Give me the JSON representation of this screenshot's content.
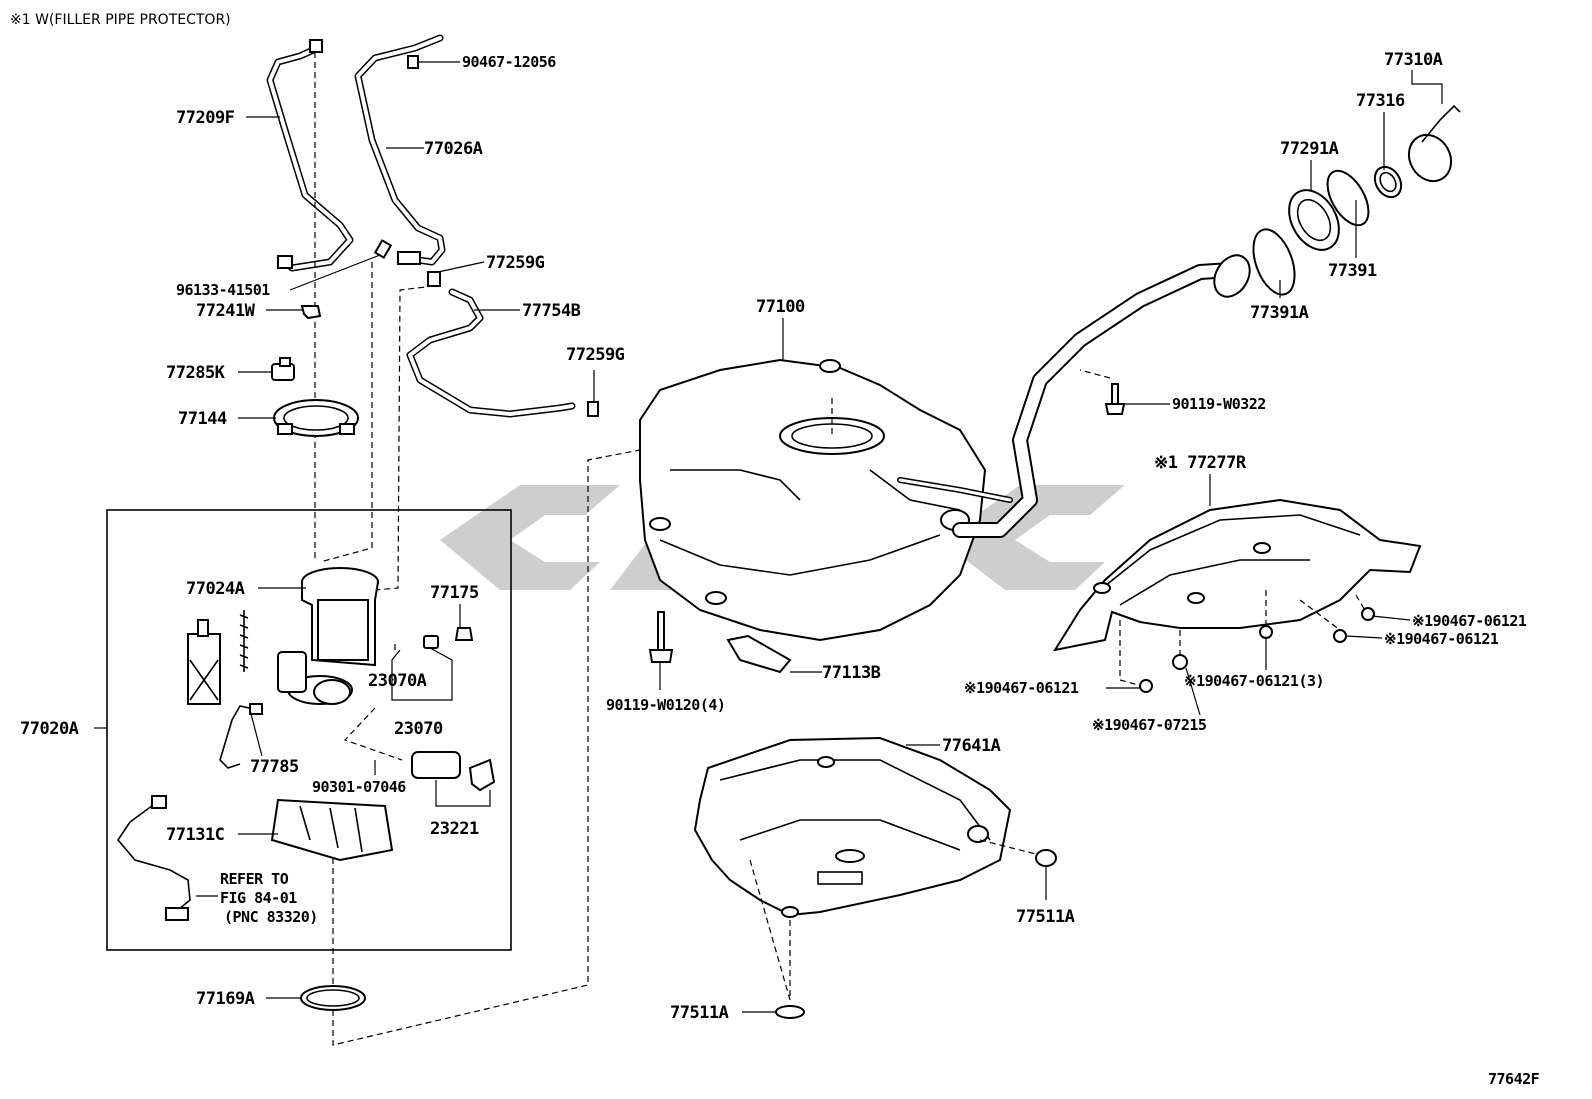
{
  "header_note": "※1 W(FILLER PIPE PROTECTOR)",
  "figure_number": "77642F",
  "labels": {
    "p77209F": "77209F",
    "p90467_12056": "90467-12056",
    "p77026A": "77026A",
    "p96133_41501": "96133-41501",
    "p77259G_a": "77259G",
    "p77241W": "77241W",
    "p77754B": "77754B",
    "p77259G_b": "77259G",
    "p77285K": "77285K",
    "p77144": "77144",
    "p77100": "77100",
    "p90119_W0322": "90119-W0322",
    "p77310A": "77310A",
    "p77316": "77316",
    "p77291A": "77291A",
    "p77391": "77391",
    "p77391A": "77391A",
    "p77277R": "※1 77277R",
    "p77024A": "77024A",
    "p77175": "77175",
    "p23070A": "23070A",
    "p23070": "23070",
    "p77020A": "77020A",
    "p77785": "77785",
    "p90301_07046": "90301-07046",
    "p23221": "23221",
    "p77131C": "77131C",
    "refer_line1": "REFER TO",
    "refer_line2": "FIG 84-01",
    "refer_line3": "(PNC 83320)",
    "p77169A": "77169A",
    "p90119_W0120": "90119-W0120(4)",
    "p77113B": "77113B",
    "p190467_06121_a": "※190467-06121",
    "p190467_06121_b": "※190467-06121",
    "p190467_06121_c": "※190467-06121",
    "p190467_06121_3": "※190467-06121(3)",
    "p190467_07215": "※190467-07215",
    "p77641A": "77641A",
    "p77511A_a": "77511A",
    "p77511A_b": "77511A"
  },
  "watermark_color": "#bdbdbd"
}
